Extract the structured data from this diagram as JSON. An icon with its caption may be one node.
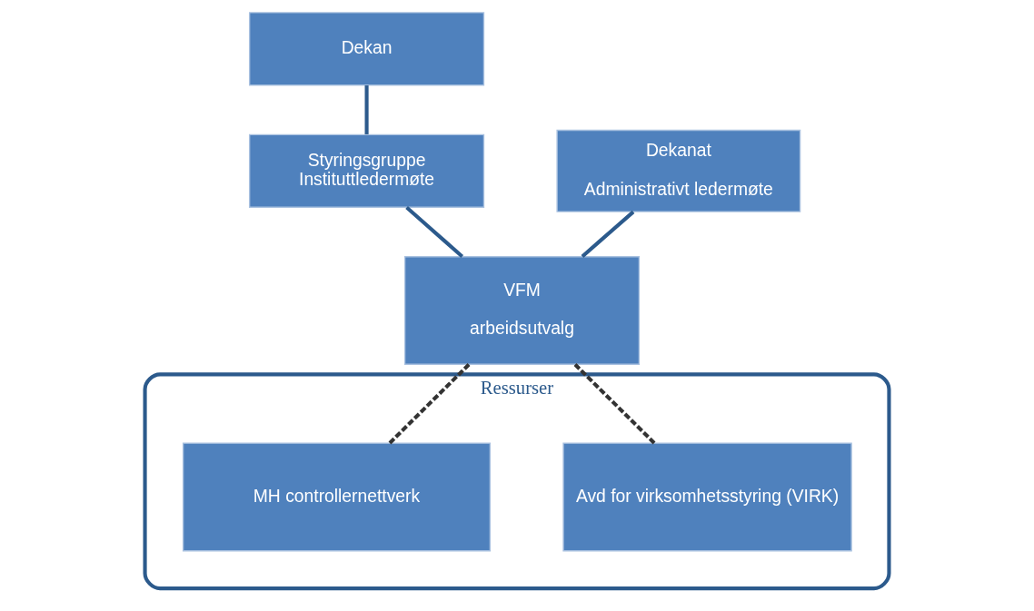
{
  "diagram": {
    "nodes": [
      {
        "text": [
          "Dekan"
        ]
      },
      {
        "text": [
          "Styringsgruppe",
          "Instituttledermøte"
        ]
      },
      {
        "text": [
          "Dekanat",
          "Administrativt ledermøte"
        ]
      },
      {
        "text": [
          "VFM",
          "arbeidsutvalg"
        ]
      },
      {
        "text": [
          "Ressurser"
        ]
      },
      {
        "text": [
          "Avd for virksomhetsstyring (VIRK)"
        ],
        "in": 4
      },
      {
        "text": [
          "MH controllernettverk"
        ],
        "in": 4
      }
    ],
    "edges": [
      {
        "from": 0,
        "to": 1,
        "arrow": "none"
      },
      {
        "from": 1,
        "to": 3,
        "arrow": "none"
      },
      {
        "from": 2,
        "to": 3,
        "arrow": "none"
      },
      {
        "from": 3,
        "to": 5,
        "arrow": "none",
        "style": "dashed",
        "color": "#333333"
      },
      {
        "from": 3,
        "to": 6,
        "arrow": "none",
        "style": "dashed",
        "color": "#333333"
      }
    ]
  }
}
